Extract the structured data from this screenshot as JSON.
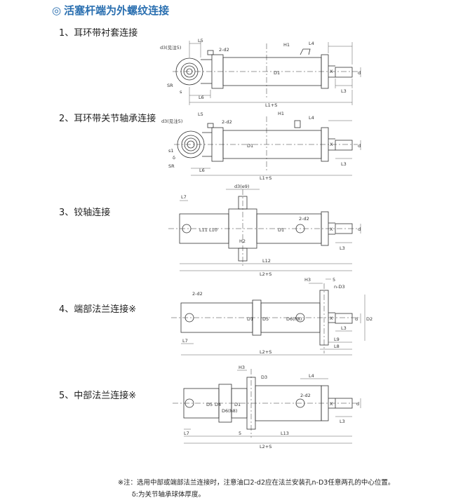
{
  "header": {
    "icon": "double-circle-icon",
    "mark": "◎",
    "title": "活塞杆端为外螺纹连接"
  },
  "sections": [
    {
      "title": "1、耳环带衬套连接",
      "labels": {
        "L5": "L5",
        "d3": "d3(见注5)",
        "d2": "2-d2",
        "H1": "H1",
        "L4": "L4",
        "SR": "SR",
        "s": "s",
        "L6": "L6",
        "D1": "D1",
        "X": "X",
        "d": "d",
        "L3": "L3",
        "L1S": "L1+S"
      }
    },
    {
      "title": "2、耳环带关节轴承连接",
      "labels": {
        "d3": "d3(见注5)",
        "L5": "L5",
        "d2": "2-d2",
        "H1": "H1",
        "L4": "L4",
        "s1": "s1",
        "delta": "δ",
        "SR": "SR",
        "L6": "L6",
        "D1": "D1",
        "X": "X",
        "d": "d",
        "L3": "L3",
        "L1S": "L1+S"
      }
    },
    {
      "title": "3、铰轴连接",
      "labels": {
        "L7": "L7",
        "d3e9": "d3(e9)",
        "d2": "2-d2",
        "L11": "L11",
        "L10": "L10",
        "H2": "H2",
        "D1": "D1",
        "X": "X",
        "d": "d",
        "L3": "L3",
        "L12": "L12",
        "L2S": "L2+S"
      }
    },
    {
      "title": "4、端部法兰连接※",
      "labels": {
        "d2": "2-d2",
        "H3": "H3",
        "five": "5",
        "nD3": "n-D3",
        "D1": "D1",
        "D5": "D5",
        "D6h8": "D6(h8)",
        "X": "X",
        "d": "d",
        "D2": "D2",
        "L3": "L3",
        "L9": "L9",
        "L8": "L8",
        "L7": "L7",
        "L2S": "L2+S"
      }
    },
    {
      "title": "5、中部法兰连接※",
      "labels": {
        "H3": "H3",
        "D3": "D3",
        "L4": "L4",
        "d2": "2-d2",
        "D5": "D5",
        "D4": "D4",
        "D6h8": "D6(h8)",
        "D1": "D1",
        "X": "X",
        "d": "d",
        "L3": "L3",
        "L7": "L7",
        "five": "5",
        "L13": "L13",
        "L2S": "L2+S"
      }
    }
  ],
  "notes": [
    "※注：选用中部或端部法兰连接时，注意油口2-d2应在法兰安装孔n-D3任意两孔的中心位置。",
    "δ:为关节轴承球体厚度。"
  ]
}
